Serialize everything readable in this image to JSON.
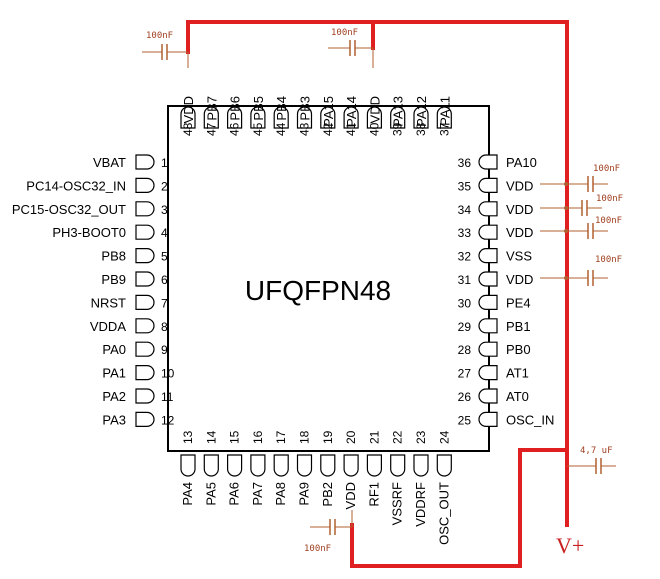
{
  "chip": {
    "title": "UFQFPN48"
  },
  "supply": {
    "label": "V+"
  },
  "colors": {
    "wire": "#e02020",
    "capacitor": "#b06030",
    "body": "#000000"
  },
  "pins": {
    "left": [
      {
        "num": "1",
        "name": "VBAT"
      },
      {
        "num": "2",
        "name": "PC14-OSC32_IN"
      },
      {
        "num": "3",
        "name": "PC15-OSC32_OUT"
      },
      {
        "num": "4",
        "name": "PH3-BOOT0"
      },
      {
        "num": "5",
        "name": "PB8"
      },
      {
        "num": "6",
        "name": "PB9"
      },
      {
        "num": "7",
        "name": "NRST"
      },
      {
        "num": "8",
        "name": "VDDA"
      },
      {
        "num": "9",
        "name": "PA0"
      },
      {
        "num": "10",
        "name": "PA1"
      },
      {
        "num": "11",
        "name": "PA2"
      },
      {
        "num": "12",
        "name": "PA3"
      }
    ],
    "right": [
      {
        "num": "36",
        "name": "PA10"
      },
      {
        "num": "35",
        "name": "VDD"
      },
      {
        "num": "34",
        "name": "VDD"
      },
      {
        "num": "33",
        "name": "VDD"
      },
      {
        "num": "32",
        "name": "VSS"
      },
      {
        "num": "31",
        "name": "VDD"
      },
      {
        "num": "30",
        "name": "PE4"
      },
      {
        "num": "29",
        "name": "PB1"
      },
      {
        "num": "28",
        "name": "PB0"
      },
      {
        "num": "27",
        "name": "AT1"
      },
      {
        "num": "26",
        "name": "AT0"
      },
      {
        "num": "25",
        "name": "OSC_IN"
      }
    ],
    "top": [
      {
        "num": "48",
        "name": "VDD"
      },
      {
        "num": "47",
        "name": "PB7"
      },
      {
        "num": "46",
        "name": "PB6"
      },
      {
        "num": "45",
        "name": "PB5"
      },
      {
        "num": "44",
        "name": "PB4"
      },
      {
        "num": "43",
        "name": "PB3"
      },
      {
        "num": "42",
        "name": "PA15"
      },
      {
        "num": "41",
        "name": "PA14"
      },
      {
        "num": "40",
        "name": "VDD"
      },
      {
        "num": "39",
        "name": "PA13"
      },
      {
        "num": "38",
        "name": "PA12"
      },
      {
        "num": "37",
        "name": "PA11"
      }
    ],
    "bottom": [
      {
        "num": "13",
        "name": "PA4"
      },
      {
        "num": "14",
        "name": "PA5"
      },
      {
        "num": "15",
        "name": "PA6"
      },
      {
        "num": "16",
        "name": "PA7"
      },
      {
        "num": "17",
        "name": "PA8"
      },
      {
        "num": "18",
        "name": "PA9"
      },
      {
        "num": "19",
        "name": "PB2"
      },
      {
        "num": "20",
        "name": "VDD"
      },
      {
        "num": "21",
        "name": "RF1"
      },
      {
        "num": "22",
        "name": "VSSRF"
      },
      {
        "num": "23",
        "name": "VDDRF"
      },
      {
        "num": "24",
        "name": "OSC_OUT"
      }
    ]
  },
  "capacitors": [
    {
      "id": "c-pin48",
      "label": "100nF"
    },
    {
      "id": "c-pin40",
      "label": "100nF"
    },
    {
      "id": "c-pin35",
      "label": "100nF"
    },
    {
      "id": "c-pin34",
      "label": "100nF"
    },
    {
      "id": "c-pin33",
      "label": "100nF"
    },
    {
      "id": "c-pin31",
      "label": "100nF"
    },
    {
      "id": "c-bulk",
      "label": "4,7 uF"
    },
    {
      "id": "c-pin20",
      "label": "100nF"
    }
  ]
}
